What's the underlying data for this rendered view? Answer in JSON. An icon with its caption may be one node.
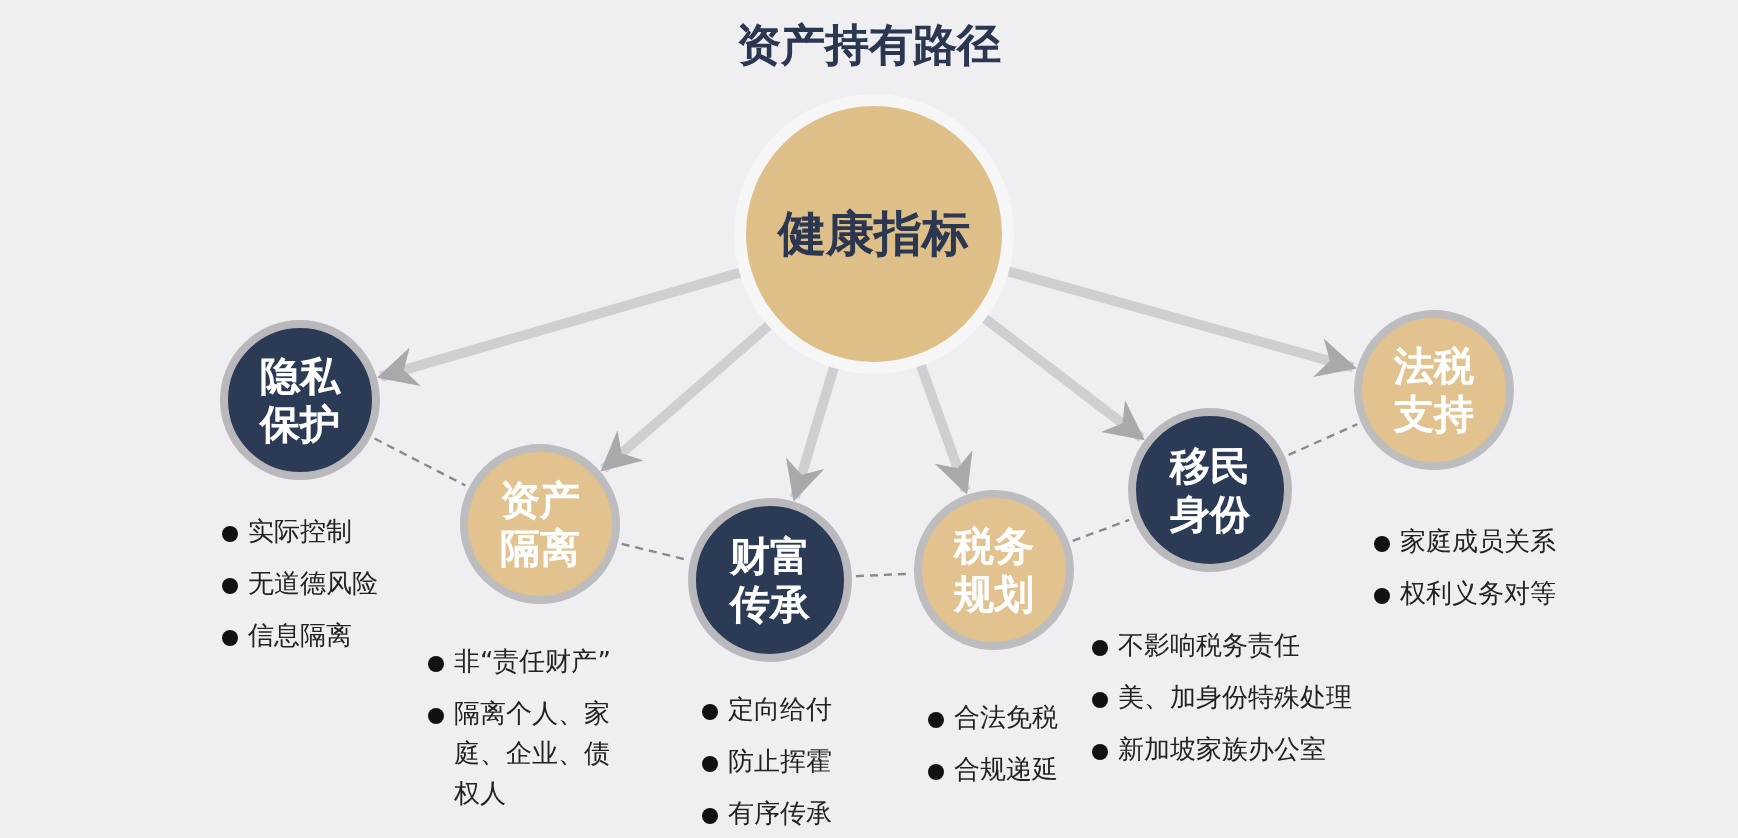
{
  "diagram": {
    "title": "资产持有路径",
    "nodes": [
      {
        "text": [
          "健康指标"
        ]
      },
      {
        "text": [
          "隐私保护"
        ],
        "beside": [
          "实际控制",
          "无道德风险",
          "信息隔离"
        ]
      },
      {
        "text": [
          "资产隔离"
        ],
        "beside": [
          "非“责任财产”",
          "隔离个人、家庭、企业、债权人"
        ]
      },
      {
        "text": [
          "财富传承"
        ],
        "beside": [
          "定向给付",
          "防止挥霍",
          "有序传承"
        ]
      },
      {
        "text": [
          "税务规划"
        ],
        "beside": [
          "合法免税",
          "合规递延"
        ]
      },
      {
        "text": [
          "移民身份"
        ],
        "beside": [
          "不影响税务责任",
          "美、加身份特殊处理",
          "新加坡家族办公室"
        ]
      },
      {
        "text": [
          "法税支持"
        ],
        "beside": [
          "家庭成员关系",
          "权利义务对等"
        ]
      }
    ],
    "edges": [
      {
        "from": 0,
        "to": 1,
        "arrow": "to"
      },
      {
        "from": 0,
        "to": 2,
        "arrow": "to"
      },
      {
        "from": 0,
        "to": 3,
        "arrow": "to"
      },
      {
        "from": 0,
        "to": 4,
        "arrow": "to"
      },
      {
        "from": 0,
        "to": 5,
        "arrow": "to"
      },
      {
        "from": 0,
        "to": 6,
        "arrow": "to"
      },
      {
        "from": 1,
        "to": 2,
        "arrow": "none",
        "style": "dashed"
      },
      {
        "from": 2,
        "to": 3,
        "arrow": "none",
        "style": "dashed"
      },
      {
        "from": 3,
        "to": 4,
        "arrow": "none",
        "style": "dashed"
      },
      {
        "from": 4,
        "to": 5,
        "arrow": "none",
        "style": "dashed"
      },
      {
        "from": 5,
        "to": 6,
        "arrow": "none",
        "style": "dashed"
      }
    ]
  }
}
